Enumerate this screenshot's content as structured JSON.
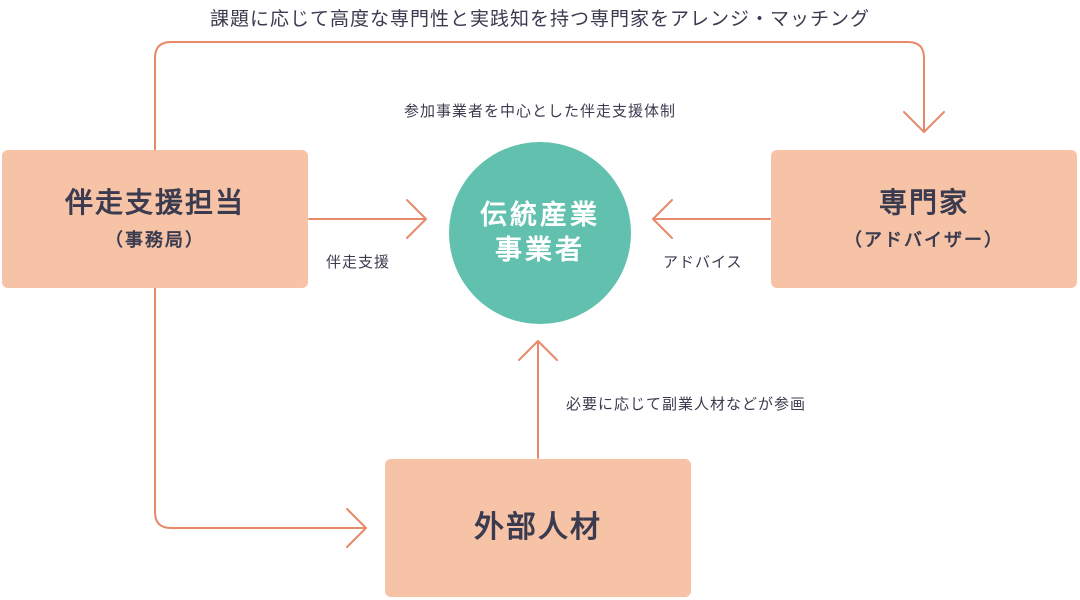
{
  "top_caption": "課題に応じて高度な専門性と実践知を持つ専門家をアレンジ・マッチング",
  "center_caption": "参加事業者を中心とした伴走支援体制",
  "nodes": {
    "support_staff": {
      "title": "伴走支援担当",
      "subtitle": "（事務局）"
    },
    "expert": {
      "title": "専門家",
      "subtitle": "（アドバイザー）"
    },
    "external_talent": {
      "title": "外部人材"
    },
    "center": {
      "line1": "伝統産業",
      "line2": "事業者"
    }
  },
  "edge_labels": {
    "accompany": "伴走支援",
    "advice": "アドバイス",
    "sidejob": "必要に応じて副業人材などが参画"
  },
  "colors": {
    "box_fill": "#f6c3a7",
    "circle_fill": "#61c1ae",
    "arrow": "#e8896a",
    "text": "#3b3b4f"
  }
}
